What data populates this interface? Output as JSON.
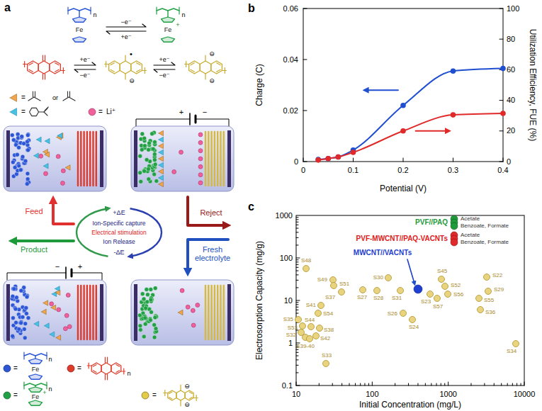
{
  "diagram": {
    "labels": [
      "a",
      "n",
      "Fe",
      "−e⁻",
      "+e⁻",
      "n",
      "Fe",
      "+",
      "+e⁻",
      "−e⁻",
      "•",
      "⊖",
      "+e⁻",
      "−e⁻",
      "⊖",
      "⊖",
      "=",
      "or",
      "=",
      "=",
      "Li⁺",
      "+",
      "−",
      "Feed",
      "Reject",
      "Product",
      "Fresh electrolyte",
      "+ΔE",
      "Ion-Specific capture",
      "Electrical stimulation",
      "Ion Release",
      "-ΔE",
      "−",
      "+",
      "=",
      "Fe",
      "n",
      "=",
      "n",
      "=",
      "Fe",
      "+",
      "n",
      "=",
      "⊖",
      "⊖",
      "b",
      "Charge (C)",
      "Utilization Efficiency, FUE (%)",
      "Potential (V)",
      "0",
      "0.02",
      "0.04",
      "0.06",
      "0",
      "20",
      "40",
      "60",
      "80",
      "100",
      "0",
      "0.1",
      "0.2",
      "0.3",
      "0.4",
      "c",
      "Electrosorption Capacity (mg/g)",
      "Initial Concentration (mg/L)",
      "0.1",
      "1",
      "10",
      "100",
      "1000",
      "10",
      "100",
      "1000",
      "10000",
      "PVF//PAQ",
      "Acetate",
      "Benzoate, Formate",
      "PVF-MWCNT//PAQ-VACNTs",
      "Acetate",
      "Benzoate, Formate",
      "MWCNT//VACNTs",
      "S48",
      "S49",
      "S51",
      "S37",
      "S27",
      "S28",
      "S30",
      "S31",
      "S26",
      "S24",
      "S41",
      "S54",
      "S35",
      "S44",
      "S53",
      "S32",
      "S38",
      "S42",
      "S39-40",
      "S33",
      "S45",
      "S22",
      "S52",
      "S56",
      "S23",
      "S57",
      "S29",
      "S55",
      "S36",
      "S34"
    ]
  }
}
